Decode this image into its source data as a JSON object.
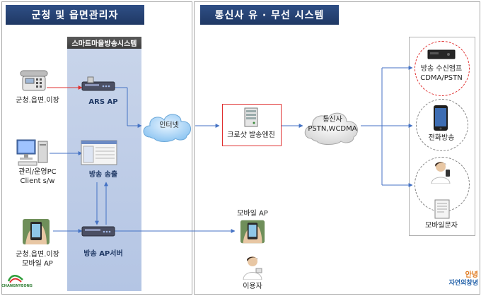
{
  "left_panel": {
    "title": "군청 및 읍면관리자",
    "band_header": "스마트마을방송시스템",
    "nodes": {
      "phone_user": "군청.읍면.이장",
      "ars_ap": "ARS AP",
      "pc_user_line1": "관리/운영PC",
      "pc_user_line2": "Client s/w",
      "broadcast_send": "방송 송출",
      "mobile_user_line1": "군청.읍면.이장",
      "mobile_user_line2": "모바일 AP",
      "ap_server": "방송 AP서버"
    },
    "logo_text": "CHANGNYEONG"
  },
  "right_panel": {
    "title": "통신사 유 · 무선 시스템",
    "nodes": {
      "internet": "인터넷",
      "crossat": "크로샷 발송엔진",
      "carrier_line1": "통신사",
      "carrier_line2": "PSTN,WCDMA",
      "mobile_ap": "모바일 AP",
      "user": "이용자",
      "amp_line1": "방송 수신앰프",
      "amp_line2": "CDMA/PSTN",
      "phone_broadcast": "전화방송",
      "mobile_sms": "모바일문자"
    },
    "logo_line1": "안녕",
    "logo_line2": "자연의창녕"
  },
  "colors": {
    "title_bg": "#1f3864",
    "band_bg": "#b4c5e4",
    "arrow": "#4472c4",
    "red_arrow": "#e03030"
  }
}
